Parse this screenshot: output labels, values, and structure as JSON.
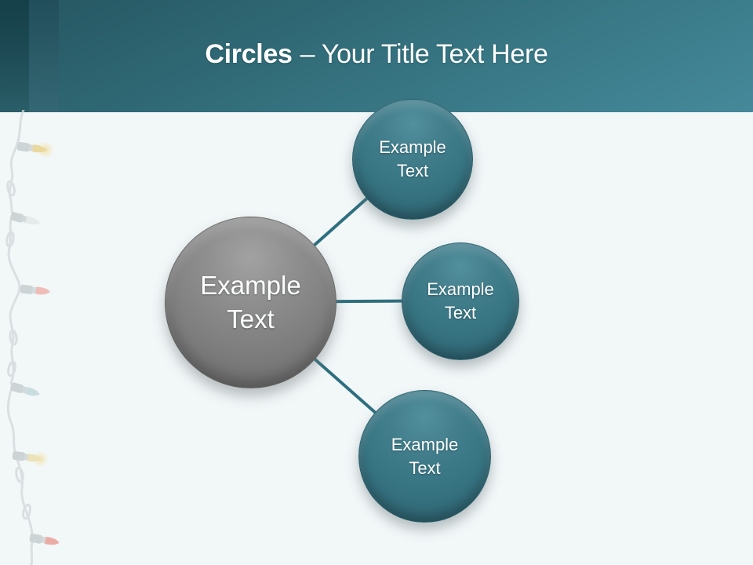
{
  "slide": {
    "title": {
      "emphasis": "Circles",
      "rest": "– Your Title Text Here"
    },
    "background_color": "#f2f7f8",
    "header": {
      "gradient_top": "#255661",
      "gradient_bottom": "#45899a",
      "accent_stripe_dark": "#1d4a54",
      "accent_stripe_medium": "#2a5a66"
    }
  },
  "diagram": {
    "connector_color": "#2e6f7e",
    "center_circle": {
      "line1": "Example",
      "line2": "Text",
      "color": "#7e7e7e"
    },
    "satellite_circles": [
      {
        "position": "top",
        "line1": "Example",
        "line2": "Text",
        "color": "#387684"
      },
      {
        "position": "middle",
        "line1": "Example",
        "line2": "Text",
        "color": "#387684"
      },
      {
        "position": "bottom",
        "line1": "Example",
        "line2": "Text",
        "color": "#387684"
      }
    ]
  },
  "decorations": {
    "string_lights_icon": {
      "cord_color": "#d3d9da",
      "bulb_socket_color": "#c7ced0",
      "bulb_tip_colors": [
        "#e9d38f",
        "#e3e8e9",
        "#efb3ae",
        "#c3d9de",
        "#ecdfae",
        "#eb9f98"
      ]
    }
  }
}
